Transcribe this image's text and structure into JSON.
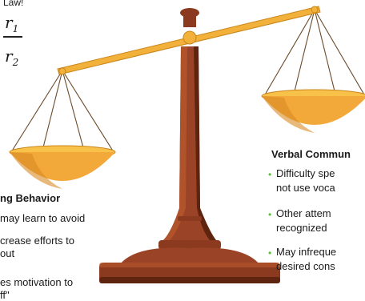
{
  "law_label": "Law!",
  "fraction": {
    "numerator": "r1",
    "denominator": "r2"
  },
  "left_panel": {
    "heading": "ng Behavior",
    "lines": [
      "may learn to avoid",
      "crease efforts to",
      "out",
      "es motivation to",
      "ff\""
    ]
  },
  "right_panel": {
    "heading": "Verbal Commun",
    "lines": [
      "Difficulty spe",
      "not use voca",
      "Other attem",
      "recognized",
      "May infreque",
      "desired cons"
    ]
  },
  "colors": {
    "wood": "#8b3a1f",
    "wood_dark": "#5e2410",
    "wood_light": "#b5562c",
    "brass": "#f2b13a",
    "brass_dark": "#c9861a",
    "bullet": "#5bbf3a"
  }
}
